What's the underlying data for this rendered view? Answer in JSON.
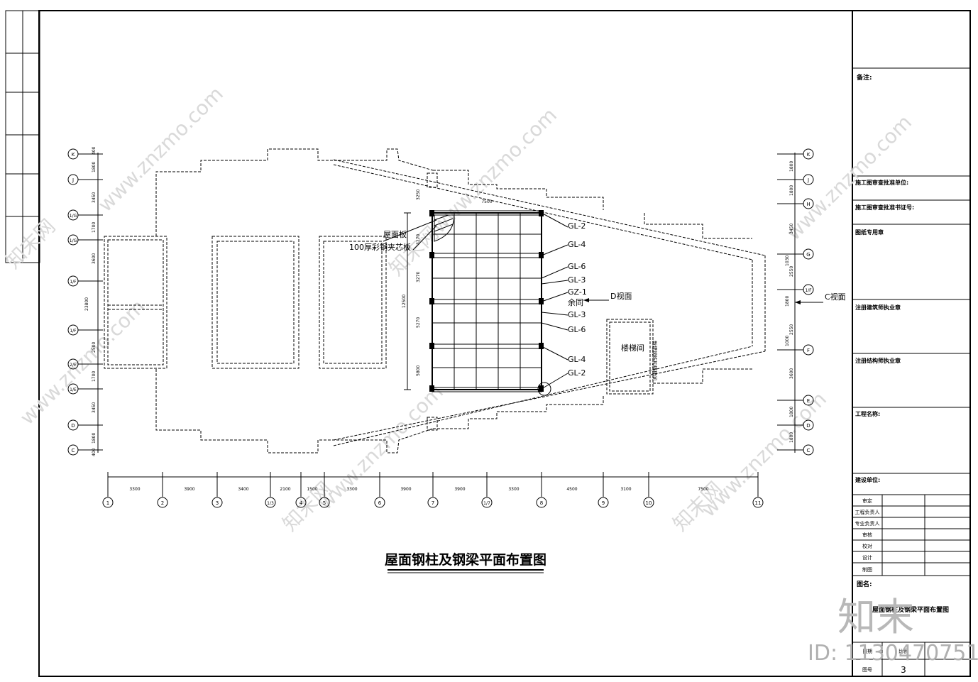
{
  "title": "屋面钢柱及钢梁平面布置图",
  "labels": {
    "roof_panel": "屋面板",
    "sandwich_panel": "100厚彩钢夹芯板",
    "d_view": "D视面",
    "c_view": "C视面",
    "stair_room": "楼梯间",
    "remaining": "余同",
    "stair_room_note": "新建钢结构楼梯间"
  },
  "beam_tags": [
    "GL-2",
    "GL-4",
    "GL-6",
    "GL-3",
    "GZ-1",
    "GL-3",
    "GL-6",
    "GL-4",
    "GL-2"
  ],
  "row_axes": [
    "K",
    "J",
    "1/G",
    "1/G",
    "1/F",
    "1/F",
    "2/E",
    "1/E",
    "D",
    "C"
  ],
  "row_dims": [
    "400",
    "1800",
    "3450",
    "1700",
    "3600",
    "2500",
    "1700",
    "3450",
    "1800",
    "400"
  ],
  "total_dim_left": "23800",
  "right_axes": [
    "K",
    "J",
    "H",
    "G",
    "1/F",
    "F",
    "E",
    "D",
    "C"
  ],
  "right_dims": [
    "1800",
    "1800",
    "3450",
    "1030",
    "2550",
    "1800",
    "2550",
    "1000",
    "3600",
    "1800",
    "1800"
  ],
  "col_axes": [
    "1",
    "2",
    "3",
    "1/3",
    "4",
    "5",
    "6",
    "7",
    "1/7",
    "8",
    "9",
    "10",
    "11"
  ],
  "col_dims": [
    "3300",
    "3900",
    "3400",
    "2100",
    "1500",
    "3300",
    "3900",
    "3900",
    "3300",
    "4500",
    "3100",
    "7500"
  ],
  "grid_dims": [
    "3270",
    "3270",
    "5270",
    "3250",
    "5800"
  ],
  "grid_total": "12500",
  "grid_top_dim": "7500",
  "title_block": {
    "notes_label": "备注:",
    "review_unit": "施工图审查批准单位:",
    "review_cert": "施工图审查批准书证号:",
    "drawing_seal": "图纸专用章",
    "architect_seal": "注册建筑师执业章",
    "structural_seal": "注册结构师执业章",
    "project_name": "工程名称:",
    "client": "建设单位:",
    "sign_rows": [
      "审定",
      "工程负责人",
      "专业负责人",
      "审核",
      "校对",
      "设计",
      "制图"
    ],
    "drawing_name_label": "图名:",
    "drawing_name": "屋面钢柱及钢梁平面布置图",
    "sheet_label": "图号",
    "date_label": "日期",
    "scale_label": "比例",
    "sheet_no": "3"
  },
  "watermark": {
    "site": "www.znzmo.com",
    "brand": "知末网",
    "brand_large": "知末",
    "id": "ID: 1130470751"
  }
}
